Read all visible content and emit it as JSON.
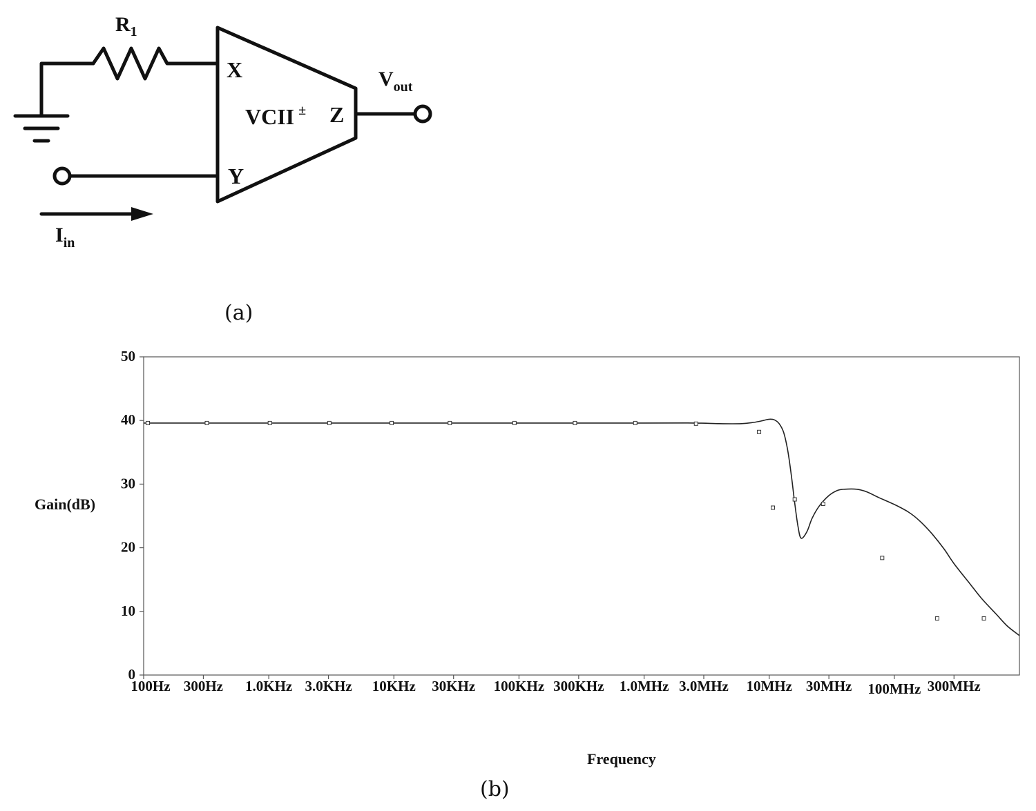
{
  "figure_a": {
    "caption": "(a)",
    "labels": {
      "resistor": "R",
      "resistor_sub": "1",
      "port_x": "X",
      "port_y": "Y",
      "port_z": "Z",
      "block": "VCII",
      "block_sup": "±",
      "vout": "V",
      "vout_sub": "out",
      "iin": "I",
      "iin_sub": "in"
    }
  },
  "figure_b": {
    "caption": "(b)"
  },
  "chart_data": {
    "type": "line",
    "xlabel": "Frequency",
    "ylabel": "Gain(dB)",
    "xscale": "log",
    "xlim_hz": [
      100,
      1000000000
    ],
    "ylim": [
      0,
      50
    ],
    "yticks": [
      0,
      10,
      20,
      30,
      40,
      50
    ],
    "xtick_labels": [
      "100Hz",
      "300Hz",
      "1.0KHz",
      "3.0KHz",
      "10KHz",
      "30KHz",
      "100KHz",
      "300KHz",
      "1.0MHz",
      "3.0MHz",
      "10MHz",
      "30MHz",
      "100MHz",
      "300MHz"
    ],
    "xtick_values_hz": [
      100,
      300,
      1000,
      3000,
      10000,
      30000,
      100000,
      300000,
      1000000,
      3000000,
      10000000,
      30000000,
      100000000,
      300000000
    ],
    "grid": false,
    "series": [
      {
        "color": "#222222",
        "x_hz": [
          100,
          1000,
          10000,
          100000,
          1000000,
          2500000,
          4000000,
          6000000,
          7500000,
          9000000,
          10000000,
          11000000,
          12000000,
          13000000,
          14000000,
          15000000,
          16000000,
          17000000,
          18000000,
          20000000,
          22000000,
          25000000,
          30000000,
          35000000,
          40000000,
          50000000,
          60000000,
          75000000,
          100000000,
          130000000,
          160000000,
          200000000,
          250000000,
          300000000,
          400000000,
          500000000,
          650000000,
          800000000,
          1000000000
        ],
        "y": [
          39.6,
          39.6,
          39.6,
          39.6,
          39.6,
          39.6,
          39.5,
          39.5,
          39.7,
          40.0,
          40.2,
          40.1,
          39.5,
          38.2,
          35.5,
          31.5,
          27.0,
          23.3,
          21.5,
          22.5,
          24.6,
          26.5,
          28.2,
          29.0,
          29.2,
          29.2,
          28.8,
          27.9,
          26.8,
          25.6,
          24.2,
          22.2,
          19.8,
          17.5,
          14.4,
          12.0,
          9.6,
          7.7,
          6.2
        ]
      }
    ],
    "markers_hz": [
      108,
      320,
      1020,
      3050,
      9600,
      28000,
      92000,
      280000,
      850000,
      2600000,
      8300000,
      10700000,
      16000000,
      27000000,
      80000000,
      220000000,
      520000000
    ],
    "markers_y": [
      39.6,
      39.6,
      39.6,
      39.6,
      39.6,
      39.6,
      39.6,
      39.6,
      39.6,
      39.5,
      38.2,
      26.3,
      27.6,
      26.9,
      18.4,
      8.9,
      8.9
    ]
  }
}
